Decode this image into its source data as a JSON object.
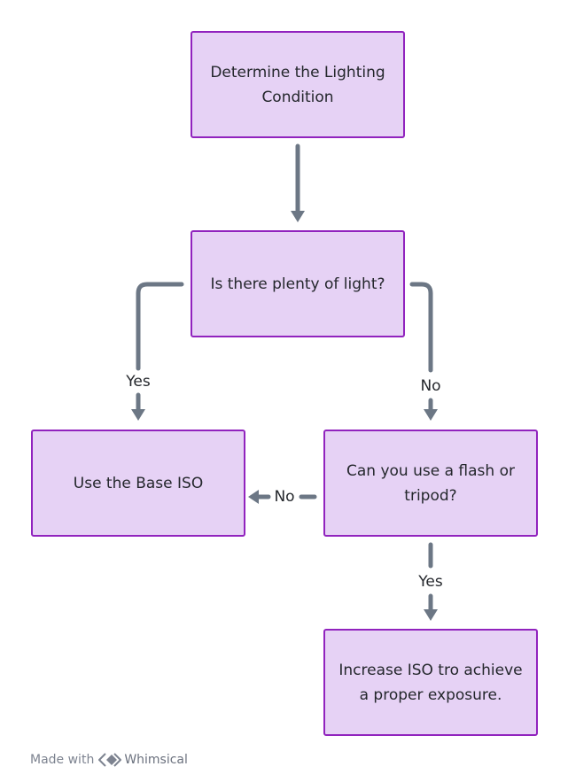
{
  "nodes": {
    "determine": "Determine the Lighting Condition",
    "plenty": "Is there plenty of light?",
    "base_iso": "Use the Base ISO",
    "flash": "Can you use a flash or tripod?",
    "increase": "Increase ISO tro achieve a proper exposure."
  },
  "edges": {
    "yes_left": "Yes",
    "no_right": "No",
    "no_left": "No",
    "yes_down": "Yes"
  },
  "footer": {
    "made_with": "Made with",
    "brand": "Whimsical",
    "logo_icon": "whimsical-logo-icon"
  },
  "colors": {
    "node_fill": "#e6d2f5",
    "node_border": "#9123be",
    "connector": "#6c7785",
    "text": "#24272c"
  }
}
